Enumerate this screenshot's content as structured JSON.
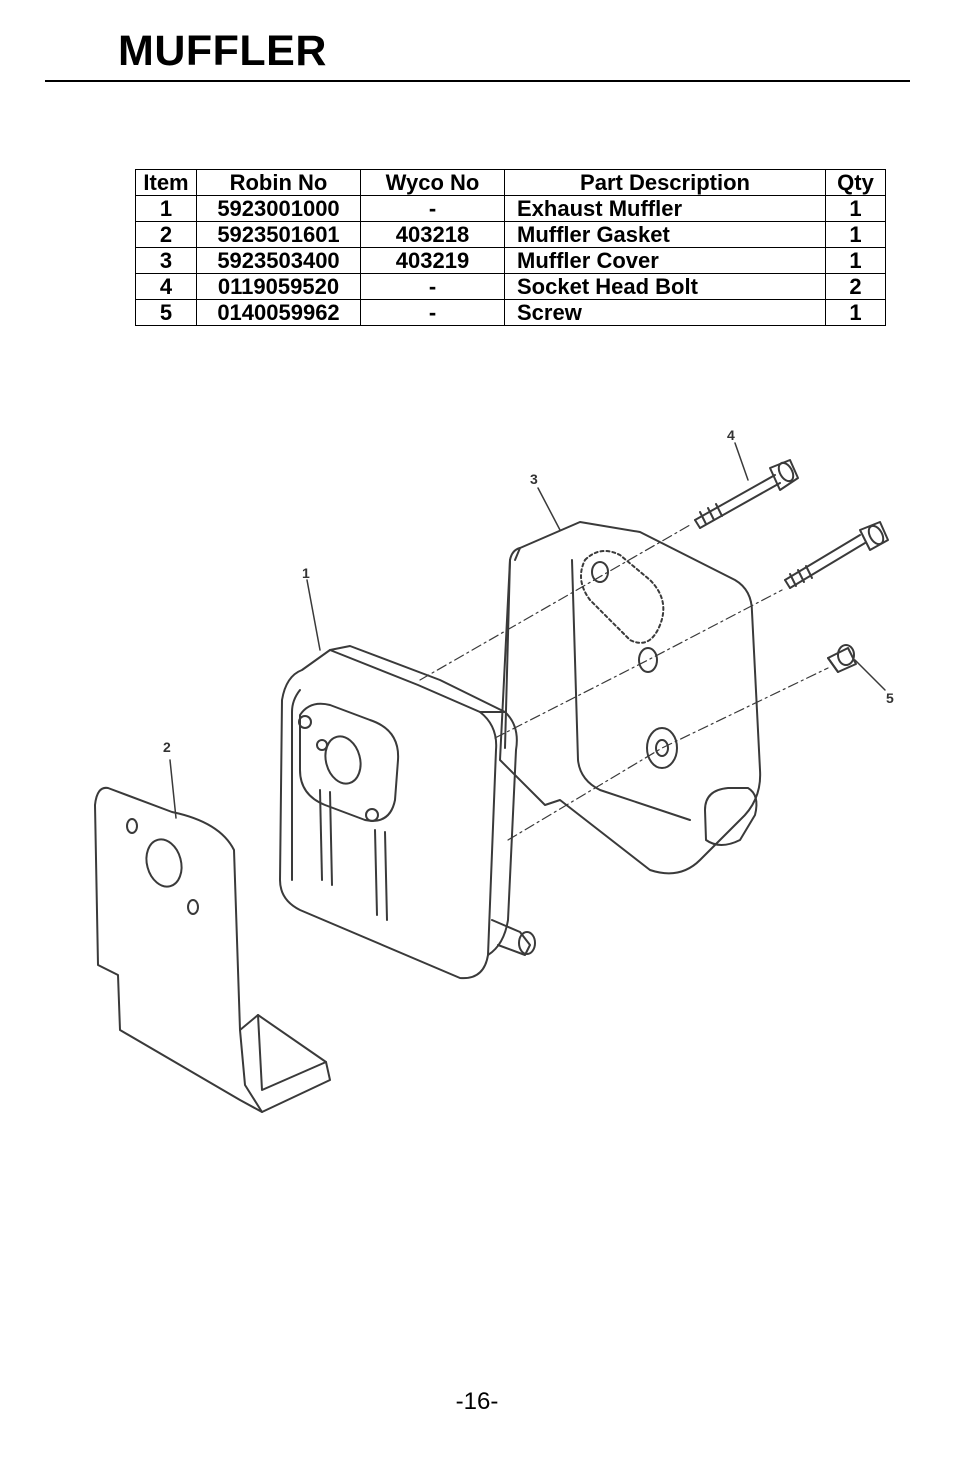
{
  "page": {
    "title": "MUFFLER",
    "page_number": "-16-"
  },
  "table": {
    "headers": {
      "item": "Item",
      "robin": "Robin No",
      "wyco": "Wyco No",
      "desc": "Part Description",
      "qty": "Qty"
    },
    "rows": [
      {
        "item": "1",
        "robin": "5923001000",
        "wyco": "-",
        "desc": "Exhaust Muffler",
        "qty": "1"
      },
      {
        "item": "2",
        "robin": "5923501601",
        "wyco": "403218",
        "desc": "Muffler Gasket",
        "qty": "1"
      },
      {
        "item": "3",
        "robin": "5923503400",
        "wyco": "403219",
        "desc": "Muffler Cover",
        "qty": "1"
      },
      {
        "item": "4",
        "robin": "0119059520",
        "wyco": "-",
        "desc": "Socket Head Bolt",
        "qty": "2"
      },
      {
        "item": "5",
        "robin": "0140059962",
        "wyco": "-",
        "desc": "Screw",
        "qty": "1"
      }
    ]
  },
  "diagram": {
    "callouts": {
      "c1": "1",
      "c2": "2",
      "c3": "3",
      "c4": "4",
      "c5": "5"
    }
  }
}
